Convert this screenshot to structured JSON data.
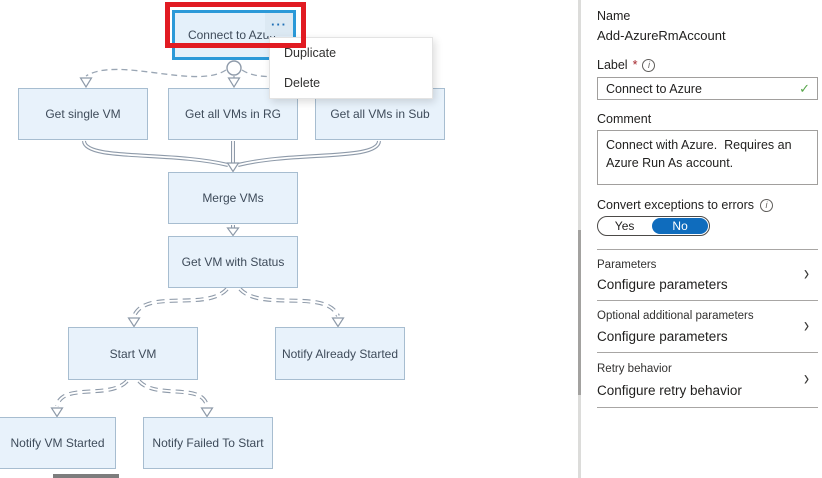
{
  "canvas": {
    "nodes": [
      {
        "id": "connect-to-azure",
        "label": "Connect to Azure"
      },
      {
        "id": "get-single-vm",
        "label": "Get single VM"
      },
      {
        "id": "get-all-vms-in-rg",
        "label": "Get all VMs in RG"
      },
      {
        "id": "get-all-vms-in-sub",
        "label": "Get all VMs in Sub"
      },
      {
        "id": "merge-vms",
        "label": "Merge VMs"
      },
      {
        "id": "get-vm-with-status",
        "label": "Get VM with Status"
      },
      {
        "id": "start-vm",
        "label": "Start VM"
      },
      {
        "id": "notify-already-started",
        "label": "Notify Already Started"
      },
      {
        "id": "notify-vm-started",
        "label": "Notify VM Started"
      },
      {
        "id": "notify-failed-to-start",
        "label": "Notify Failed To Start"
      }
    ],
    "ellipsis_icon": "···",
    "context_menu": {
      "items": [
        "Duplicate",
        "Delete"
      ]
    }
  },
  "panel": {
    "name_label": "Name",
    "name_value": "Add-AzureRmAccount",
    "label_label": "Label",
    "required_marker": "*",
    "info_icon": "i",
    "label_value": "Connect to Azure",
    "valid_icon": "✓",
    "comment_label": "Comment",
    "comment_value": "Connect with Azure.  Requires an Azure Run As account.",
    "convert_label": "Convert exceptions to errors",
    "toggle": {
      "yes_label": "Yes",
      "no_label": "No",
      "selected": "No"
    },
    "sections": [
      {
        "title": "Parameters",
        "action": "Configure parameters"
      },
      {
        "title": "Optional additional parameters",
        "action": "Configure parameters"
      },
      {
        "title": "Retry behavior",
        "action": "Configure retry behavior"
      }
    ],
    "chevron_icon": "›"
  },
  "colors": {
    "node_fill": "#e8f2fb",
    "node_border": "#a7bdd0",
    "selected_border": "#2b99d8",
    "highlight_red": "#e11b22",
    "toggle_selected_blue": "#0f6cbd",
    "valid_green": "#57a64a",
    "connector_gray": "#8e9aa9"
  }
}
